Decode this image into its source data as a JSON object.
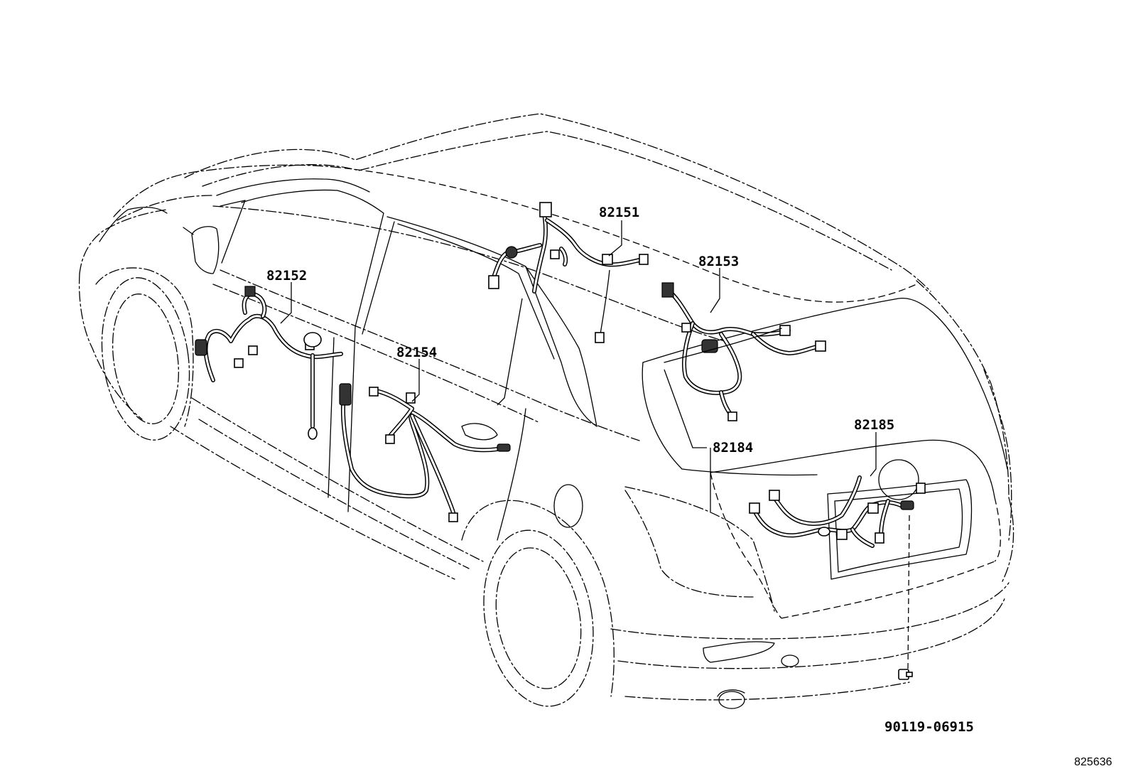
{
  "diagram": {
    "figure_id": "825636",
    "part_labels": [
      {
        "id": "p82151",
        "text": "82151"
      },
      {
        "id": "p82152",
        "text": "82152"
      },
      {
        "id": "p82153",
        "text": "82153"
      },
      {
        "id": "p82154",
        "text": "82154"
      },
      {
        "id": "p82184",
        "text": "82184"
      },
      {
        "id": "p82185",
        "text": "82185"
      },
      {
        "id": "p90119",
        "text": "90119-06915"
      }
    ]
  }
}
